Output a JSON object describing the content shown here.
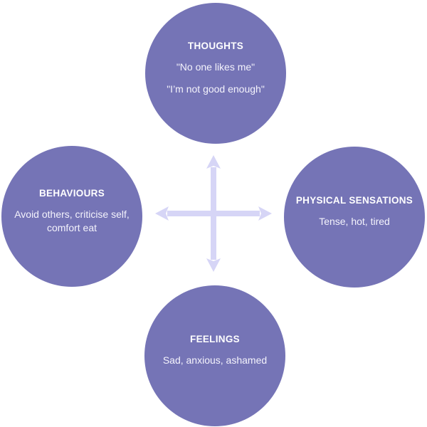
{
  "diagram": {
    "type": "cbt-cycle-diagram",
    "background": "#ffffff",
    "colors": {
      "node_fill": "#7574b6",
      "arrow": "#d6d5f6",
      "title_text": "#ffffff",
      "body_text": "#f4f3fc"
    },
    "nodes": {
      "top": {
        "title": "THOUGHTS",
        "lines": [
          "\"No one likes me\"",
          "\"I’m not good enough\""
        ]
      },
      "left": {
        "title": "BEHAVIOURS",
        "lines": [
          "Avoid others, criticise self, comfort eat"
        ]
      },
      "right": {
        "title": "PHYSICAL SENSATIONS",
        "lines": [
          "Tense, hot, tired"
        ]
      },
      "bottom": {
        "title": "FEELINGS",
        "lines": [
          "Sad, anxious, ashamed"
        ]
      }
    },
    "connector": {
      "shape": "four-way-cross-arrow",
      "description": "double-headed arrows linking all four nodes"
    }
  }
}
